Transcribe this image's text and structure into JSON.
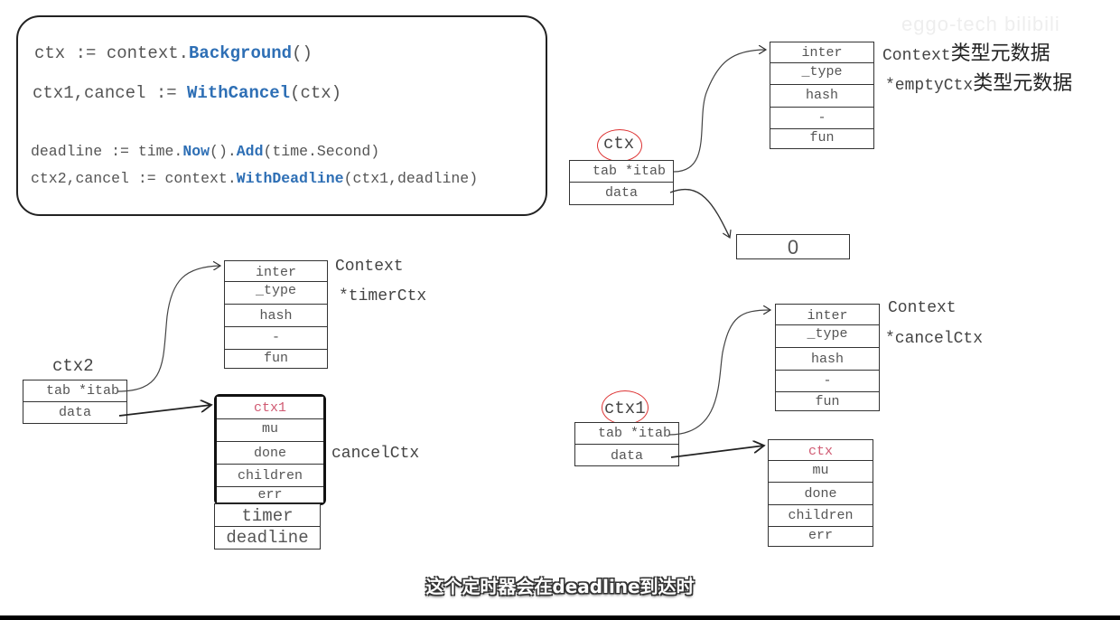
{
  "watermark": "eggo-tech bilibili",
  "code": {
    "line1": {
      "pre": "ctx := context.",
      "fn": "Background",
      "post": "()"
    },
    "line2": {
      "pre": "ctx1,cancel := ",
      "fn": "WithCancel",
      "post": "(ctx)"
    },
    "line3": {
      "pre": "deadline := time.",
      "fn1": "Now",
      "mid": "().",
      "fn2": "Add",
      "post": "(time.Second)"
    },
    "line4": {
      "pre": "ctx2,cancel := context.",
      "fn": "WithDeadline",
      "post": "(ctx1,deadline)"
    }
  },
  "ctx": {
    "name": "ctx",
    "fields": [
      "tab *itab",
      "data"
    ],
    "itab": {
      "rows": [
        "inter",
        "_type",
        "hash",
        "-",
        "fun"
      ],
      "label1_latin": "Context",
      "label1_cjk": "类型元数据",
      "label2_latin": "*emptyCtx",
      "label2_cjk": "类型元数据"
    },
    "data_value": "0"
  },
  "ctx2": {
    "name": "ctx2",
    "fields": [
      "tab *itab",
      "data"
    ],
    "itab": {
      "rows": [
        "inter",
        "_type",
        "hash",
        "-",
        "fun"
      ],
      "label1": "Context",
      "label2": "*timerCtx"
    },
    "struct": {
      "embedded": [
        "ctx1",
        "mu",
        "done",
        "children",
        "err"
      ],
      "embedded_label": "cancelCtx",
      "extra": [
        "timer",
        "deadline"
      ]
    }
  },
  "ctx1": {
    "name": "ctx1",
    "fields": [
      "tab *itab",
      "data"
    ],
    "itab": {
      "rows": [
        "inter",
        "_type",
        "hash",
        "-",
        "fun"
      ],
      "label1": "Context",
      "label2": "*cancelCtx"
    },
    "struct": {
      "rows": [
        "ctx",
        "mu",
        "done",
        "children",
        "err"
      ]
    }
  },
  "subtitle": "这个定时器会在deadline到达时",
  "colors": {
    "function": "#2e6fb5",
    "highlight_circle": "#dd3333",
    "parent_field": "#d05a72"
  }
}
